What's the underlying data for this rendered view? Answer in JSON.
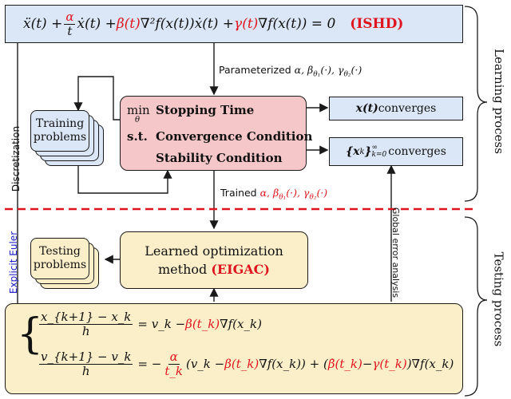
{
  "top_equation": {
    "parts": [
      "ẍ(t) + ",
      "α",
      "/",
      "t",
      " ẋ(t) + ",
      "β(t)",
      "∇²f(x(t))ẋ(t) + ",
      "γ(t)",
      "∇f(x(t)) = 0"
    ],
    "tag": "(ISHD)"
  },
  "param_label": {
    "text": "Parameterized ",
    "params": "α, β",
    "sub1": "θ₁",
    "mid": "(·), γ",
    "sub2": "θ₂",
    "end": "(·)"
  },
  "training_problems": {
    "line1": "Training",
    "line2": "problems"
  },
  "optimization": {
    "min_label": "min",
    "min_sub": "θ",
    "objective": "Stopping Time",
    "st_label": "s.t.",
    "constraint1": "Convergence Condition",
    "constraint2": "Stability Condition"
  },
  "xt_converges": {
    "var": "x(t)",
    "text": " converges"
  },
  "xk_converges": {
    "var": "{x",
    "sub": "k",
    "close": "}",
    "sup": "∞",
    "lower": "k=0",
    "text": " converges"
  },
  "trained_label": {
    "text": "Trained ",
    "params": "α, β",
    "sub1": "θ₁",
    "mid": "(·), γ",
    "sub2": "θ₂",
    "end": "(·)"
  },
  "side_labels": {
    "discretization": "Discretization",
    "explicit_euler": "Explicit Euler",
    "global_error": "Global error analysis",
    "learning": "Learning process",
    "testing": "Testing process"
  },
  "testing_problems": {
    "line1": "Testing",
    "line2": "problems"
  },
  "learned_method": {
    "line1": "Learned optimization",
    "line2a": "method ",
    "line2b": "(EIGAC)"
  },
  "discrete_eq": {
    "eq1_num": "x_{k+1} − x_k",
    "eq1_den": "h",
    "eq1_rhs_a": "= v_k − ",
    "eq1_rhs_b": "β(t_k)",
    "eq1_rhs_c": "∇f(x_k)",
    "eq2_num": "v_{k+1} − v_k",
    "eq2_den": "h",
    "eq2_rhs_a": "= −",
    "eq2_frac_n": "α",
    "eq2_frac_d": "t_k",
    "eq2_rhs_b": "(v_k − ",
    "eq2_rhs_c": "β(t_k)",
    "eq2_rhs_d": "∇f(x_k)) + (",
    "eq2_rhs_e": "β̇(t_k)",
    "eq2_rhs_f": " − ",
    "eq2_rhs_g": "γ(t_k)",
    "eq2_rhs_h": ")∇f(x_k)"
  },
  "colors": {
    "blue_box": "#dbe7f6",
    "pink_box": "#f6c7c9",
    "cream_box": "#fbefc9",
    "accent_red": "#e0141e",
    "label_blue": "#2323c8"
  }
}
